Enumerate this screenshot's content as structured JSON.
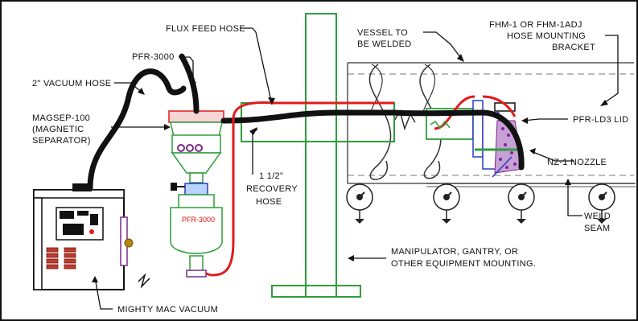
{
  "labels": {
    "flux_feed_hose": "FLUX FEED HOSE",
    "pfr_3000_top": "PFR-3000",
    "vacuum_hose": "2\" VACUUM HOSE",
    "magsep_line1": "MAGSEP-100",
    "magsep_line2": "(MAGNETIC",
    "magsep_line3": "SEPARATOR)",
    "recovery_line1": "1 1/2\"",
    "recovery_line2": "RECOVERY",
    "recovery_line3": "HOSE",
    "vessel_line1": "VESSEL TO",
    "vessel_line2": "BE WELDED",
    "fhm_line1": "FHM-1 OR FHM-1ADJ",
    "fhm_line2": "HOSE MOUNTING",
    "fhm_line3": "BRACKET",
    "pfr_ld3_lid": "PFR-LD3 LID",
    "nz_nozzle": "NZ-1 NOZZLE",
    "weld_line1": "WELD",
    "weld_line2": "SEAM",
    "manipulator_line1": "MANIPULATOR, GANTRY, OR",
    "manipulator_line2": "OTHER EQUIPMENT MOUNTING.",
    "mighty_mac": "MIGHTY MAC VACUUM",
    "pfr_3000_tank": "PFR-3000"
  },
  "colors": {
    "hose": "#111111",
    "flux_hose": "#e01b1b",
    "gantry": "#2e9e3a",
    "vacuum_body": "#ffffff",
    "handle": "#b8860b",
    "accent_purple": "#7a2a8a",
    "nozzle_blue": "#2a3cbf"
  }
}
